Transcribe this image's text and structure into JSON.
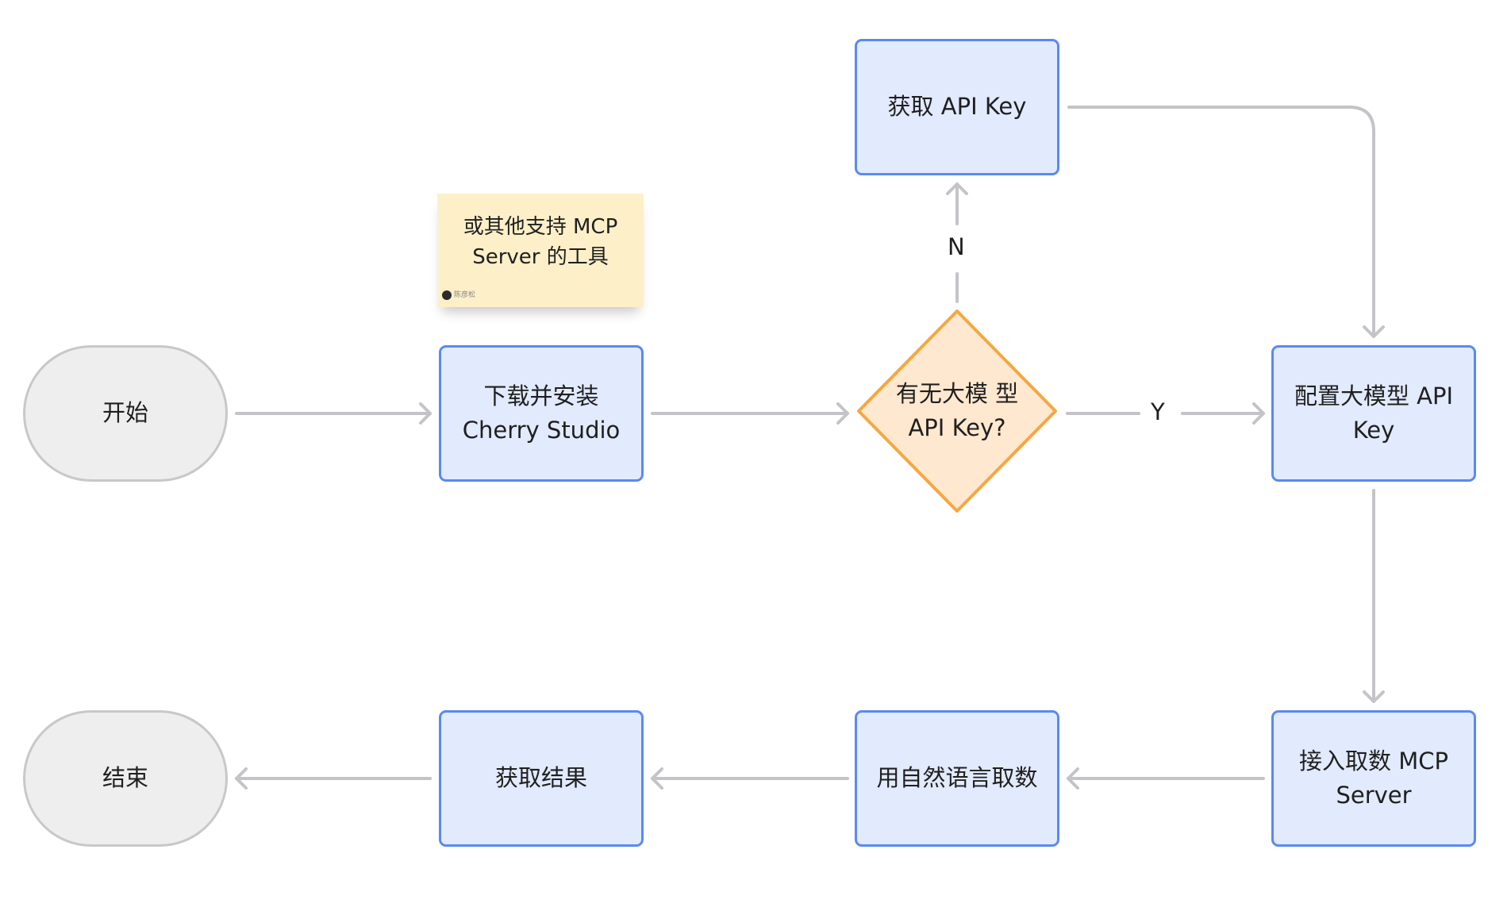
{
  "diagram": {
    "nodes": {
      "start": {
        "label": "开始"
      },
      "install": {
        "line1": "下载并安装",
        "line2": "Cherry Studio"
      },
      "decision": {
        "line1": "有无大模",
        "line2": "型 API",
        "line3": "Key?"
      },
      "get_key": {
        "label": "获取 API Key"
      },
      "config_key": {
        "line1": "配置大模型 API",
        "line2": "Key"
      },
      "connect_mcp": {
        "line1": "接入取数 MCP",
        "line2": "Server"
      },
      "natural_lang": {
        "label": "用自然语言取数"
      },
      "get_result": {
        "label": "获取结果"
      },
      "end": {
        "label": "结束"
      }
    },
    "edge_labels": {
      "no": "N",
      "yes": "Y"
    },
    "sticky_note": {
      "line1": "或其他支持 MCP",
      "line2": "Server 的工具",
      "author": "陈彦松"
    },
    "colors": {
      "process_fill": "#e2eafd",
      "process_border": "#5a8af0",
      "terminal_fill": "#eeeeef",
      "terminal_border": "#c8c8cb",
      "decision_fill": "#ffe8d0",
      "decision_border": "#f5a742",
      "connector": "#c4c4c8",
      "sticky_fill": "#fdefc8"
    }
  }
}
